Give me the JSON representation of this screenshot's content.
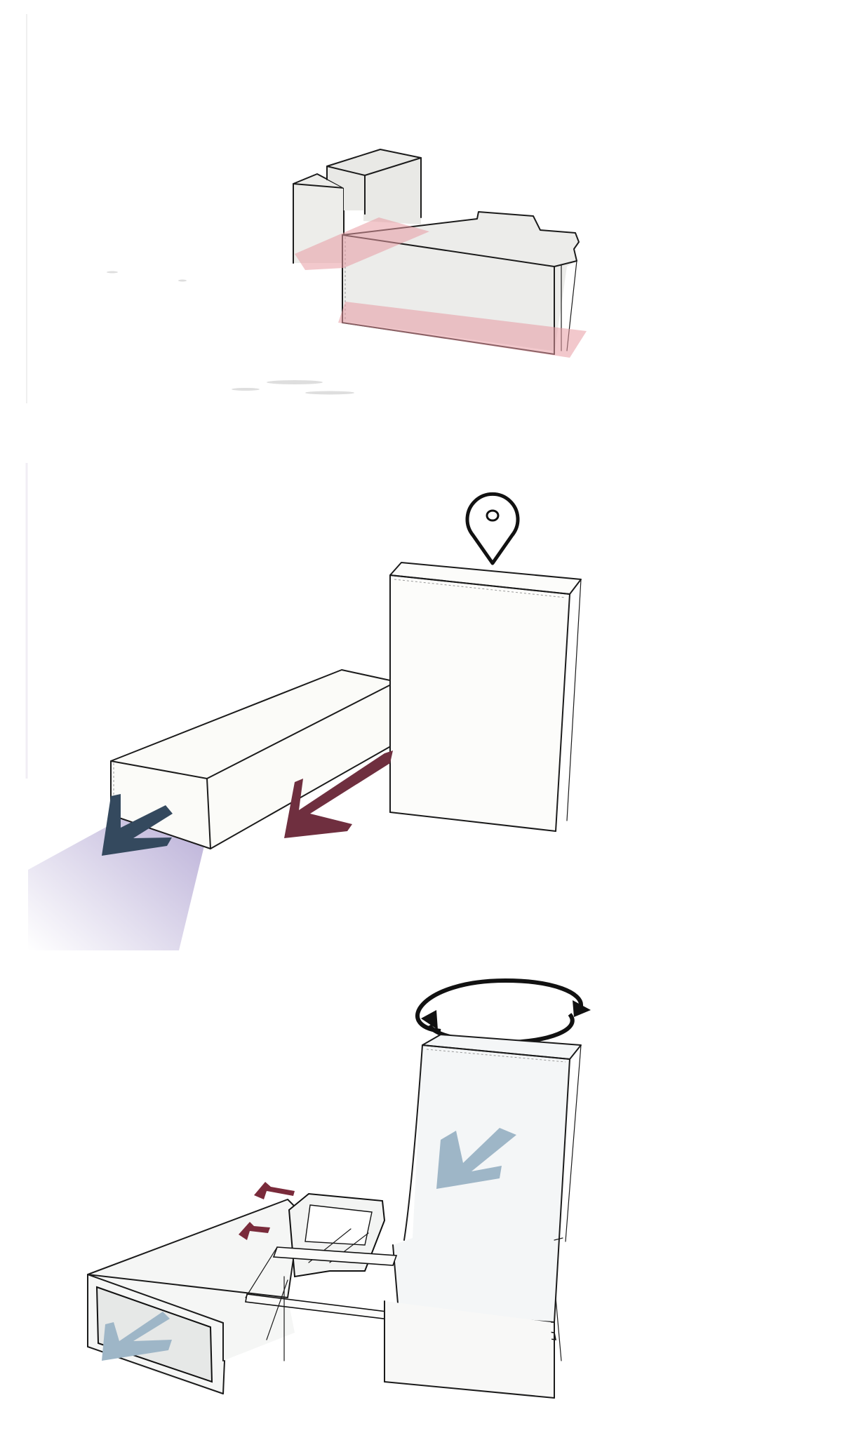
{
  "diagram": {
    "panels": [
      {
        "id": "existing-context",
        "colors": {
          "massing": "#ebebe8",
          "footprint": "#e79aa2"
        }
      },
      {
        "id": "site-and-orientation",
        "icons": [
          "location-pin-icon",
          "direction-arrow-icon"
        ],
        "colors": {
          "massing": "#fbfbf8",
          "arrow_primary": "#6f2f3f",
          "arrow_secondary": "#34495e",
          "view_cone": "#7a66b3"
        }
      },
      {
        "id": "rotation-and-connection",
        "icons": [
          "rotate-icon",
          "direction-arrow-icon"
        ],
        "colors": {
          "massing": "#f4f6f6",
          "arrow_light": "#9eb6c7",
          "arrow_dark": "#6f2f3f"
        }
      }
    ]
  }
}
